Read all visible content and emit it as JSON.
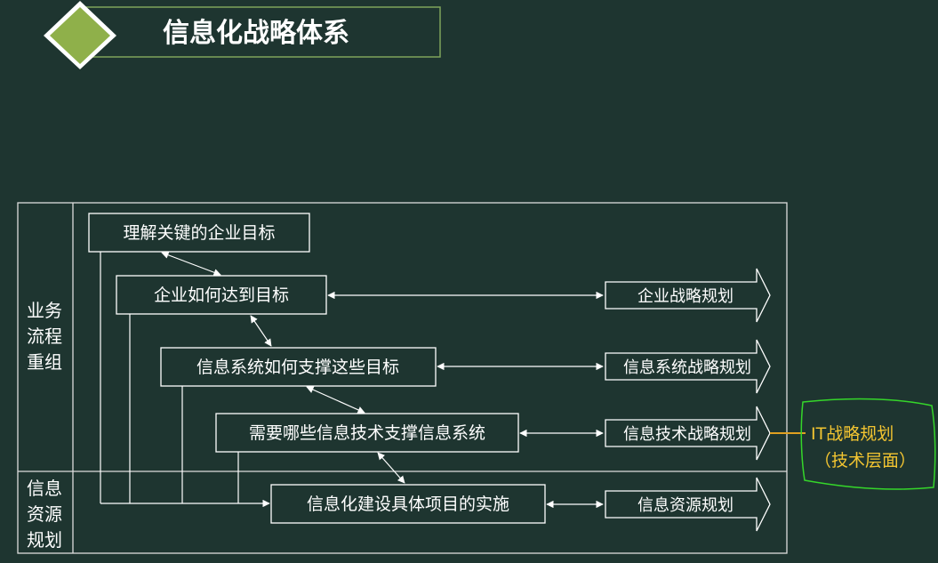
{
  "title": "信息化战略体系",
  "side_labels": {
    "top": [
      "业务",
      "流程",
      "重组"
    ],
    "bottom": [
      "信息",
      "资源",
      "规划"
    ]
  },
  "boxes": {
    "goal": "理解关键的企业目标",
    "enterprise": "企业如何达到目标",
    "is_support": "信息系统如何支撑这些目标",
    "it_support": "需要哪些信息技术支撑信息系统",
    "projects": "信息化建设具体项目的实施"
  },
  "plans": {
    "enterprise": "企业战略规划",
    "is": "信息系统战略规划",
    "it": "信息技术战略规划",
    "resource": "信息资源规划"
  },
  "it_note": {
    "line1": "IT战略规划",
    "line2": "（技术层面）"
  },
  "colors": {
    "background": "#1e3530",
    "title_icon": "#8fb04a",
    "highlight_text": "#f3c531",
    "annotation": "#35d62a",
    "connector": "#e0a020"
  }
}
